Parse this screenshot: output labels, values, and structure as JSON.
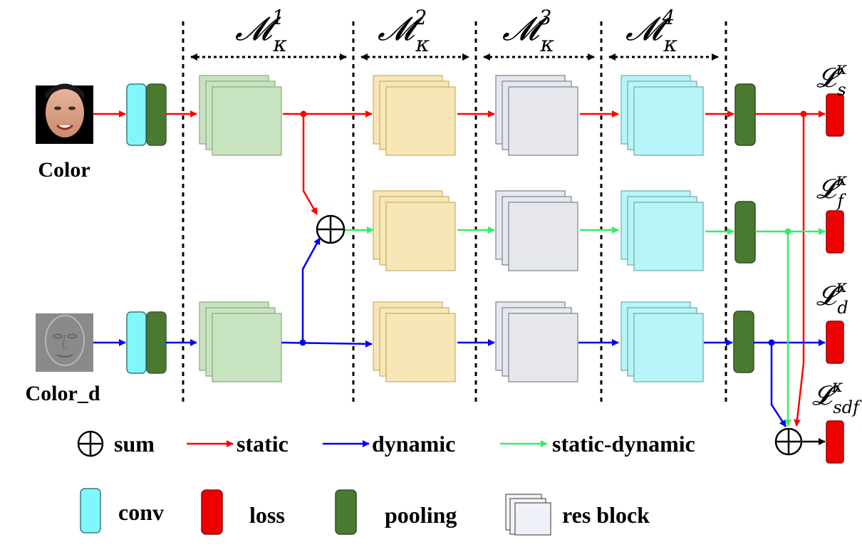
{
  "diagram": {
    "inputs": {
      "color": "Color",
      "color_d": "Color_d"
    },
    "modules": [
      {
        "symbol": "𝓜",
        "sub": "κ",
        "sup": "1"
      },
      {
        "symbol": "𝓜",
        "sub": "κ",
        "sup": "2"
      },
      {
        "symbol": "𝓜",
        "sub": "κ",
        "sup": "3"
      },
      {
        "symbol": "𝓜",
        "sub": "κ",
        "sup": "4"
      }
    ],
    "losses": [
      {
        "symbol": "𝓛",
        "sup": "κ",
        "sub": "s"
      },
      {
        "symbol": "𝓛",
        "sup": "κ",
        "sub": "f"
      },
      {
        "symbol": "𝓛",
        "sup": "κ",
        "sub": "d"
      },
      {
        "symbol": "𝓛",
        "sup": "κ",
        "sub": "sdf"
      }
    ],
    "legend": {
      "sum": "sum",
      "static": "static",
      "dynamic": "dynamic",
      "static_dynamic": "static-dynamic",
      "conv": "conv",
      "loss": "loss",
      "pooling": "pooling",
      "res_block": "res block"
    },
    "colors": {
      "static": "#ff0000",
      "dynamic": "#0000ee",
      "static_dynamic": "#33ee66",
      "conv": "#7ff7fb",
      "loss": "#ee0000",
      "pooling": "#4a7a30",
      "res1": "#c8e3c0",
      "res2": "#f7e6b6",
      "res3": "#e6e8ee",
      "res4": "#b8f4f8"
    }
  }
}
